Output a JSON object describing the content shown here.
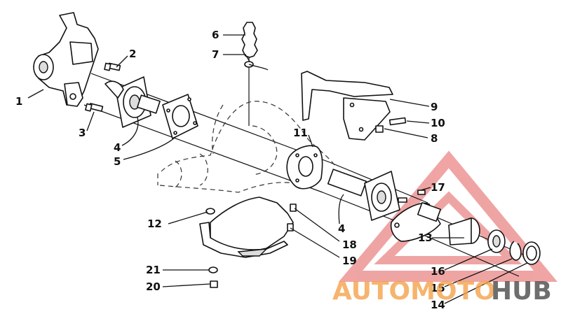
{
  "callouts": [
    {
      "id": "1",
      "label": "1"
    },
    {
      "id": "2",
      "label": "2"
    },
    {
      "id": "3",
      "label": "3"
    },
    {
      "id": "4a",
      "label": "4"
    },
    {
      "id": "5",
      "label": "5"
    },
    {
      "id": "6",
      "label": "6"
    },
    {
      "id": "7",
      "label": "7"
    },
    {
      "id": "8",
      "label": "8"
    },
    {
      "id": "9",
      "label": "9"
    },
    {
      "id": "10",
      "label": "10"
    },
    {
      "id": "11",
      "label": "11"
    },
    {
      "id": "12",
      "label": "12"
    },
    {
      "id": "4b",
      "label": "4"
    },
    {
      "id": "17",
      "label": "17"
    },
    {
      "id": "18",
      "label": "18"
    },
    {
      "id": "19",
      "label": "19"
    },
    {
      "id": "13",
      "label": "13"
    },
    {
      "id": "16",
      "label": "16"
    },
    {
      "id": "15",
      "label": "15"
    },
    {
      "id": "14",
      "label": "14"
    },
    {
      "id": "21",
      "label": "21"
    },
    {
      "id": "20",
      "label": "20"
    }
  ],
  "watermark": {
    "text_part1": "AUTOMOTO",
    "text_part2": "HUB",
    "color_part1": "#f4a24b",
    "color_part2": "#4a4a4a",
    "triangle_color": "#e35a5a"
  },
  "colors": {
    "ink": "#111111",
    "background": "#ffffff"
  }
}
